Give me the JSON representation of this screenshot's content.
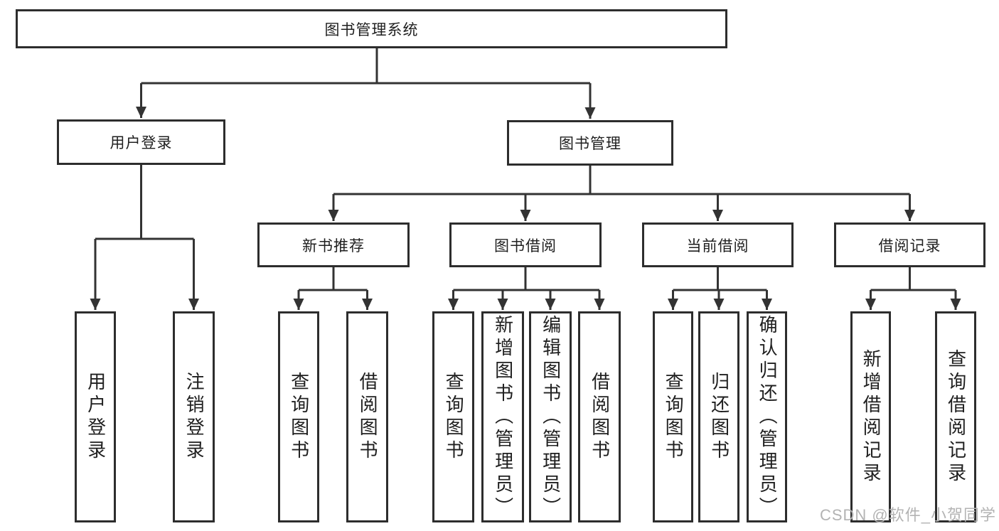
{
  "tree": {
    "root": {
      "label": "图书管理系统",
      "children": [
        {
          "label": "用户登录",
          "children": [
            {
              "label": "用户登录"
            },
            {
              "label": "注销登录"
            }
          ]
        },
        {
          "label": "图书管理",
          "children": [
            {
              "label": "新书推荐",
              "children": [
                {
                  "label": "查询图书"
                },
                {
                  "label": "借阅图书"
                }
              ]
            },
            {
              "label": "图书借阅",
              "children": [
                {
                  "label": "查询图书"
                },
                {
                  "label": "新增图书（管理员）"
                },
                {
                  "label": "编辑图书（管理员）"
                },
                {
                  "label": "借阅图书"
                }
              ]
            },
            {
              "label": "当前借阅",
              "children": [
                {
                  "label": "查询图书"
                },
                {
                  "label": "归还图书"
                },
                {
                  "label": "确认归还（管理员）"
                }
              ]
            },
            {
              "label": "借阅记录",
              "children": [
                {
                  "label": "新增借阅记录"
                },
                {
                  "label": "查询借阅记录"
                }
              ]
            }
          ]
        }
      ]
    }
  },
  "watermark": {
    "text": "CSDN @软件_小贺同学"
  },
  "colors": {
    "line": "#333333",
    "box_border": "#2d2d2d",
    "text": "#1f1f1f",
    "watermark": "#b3b3b3",
    "background": "#ffffff"
  }
}
